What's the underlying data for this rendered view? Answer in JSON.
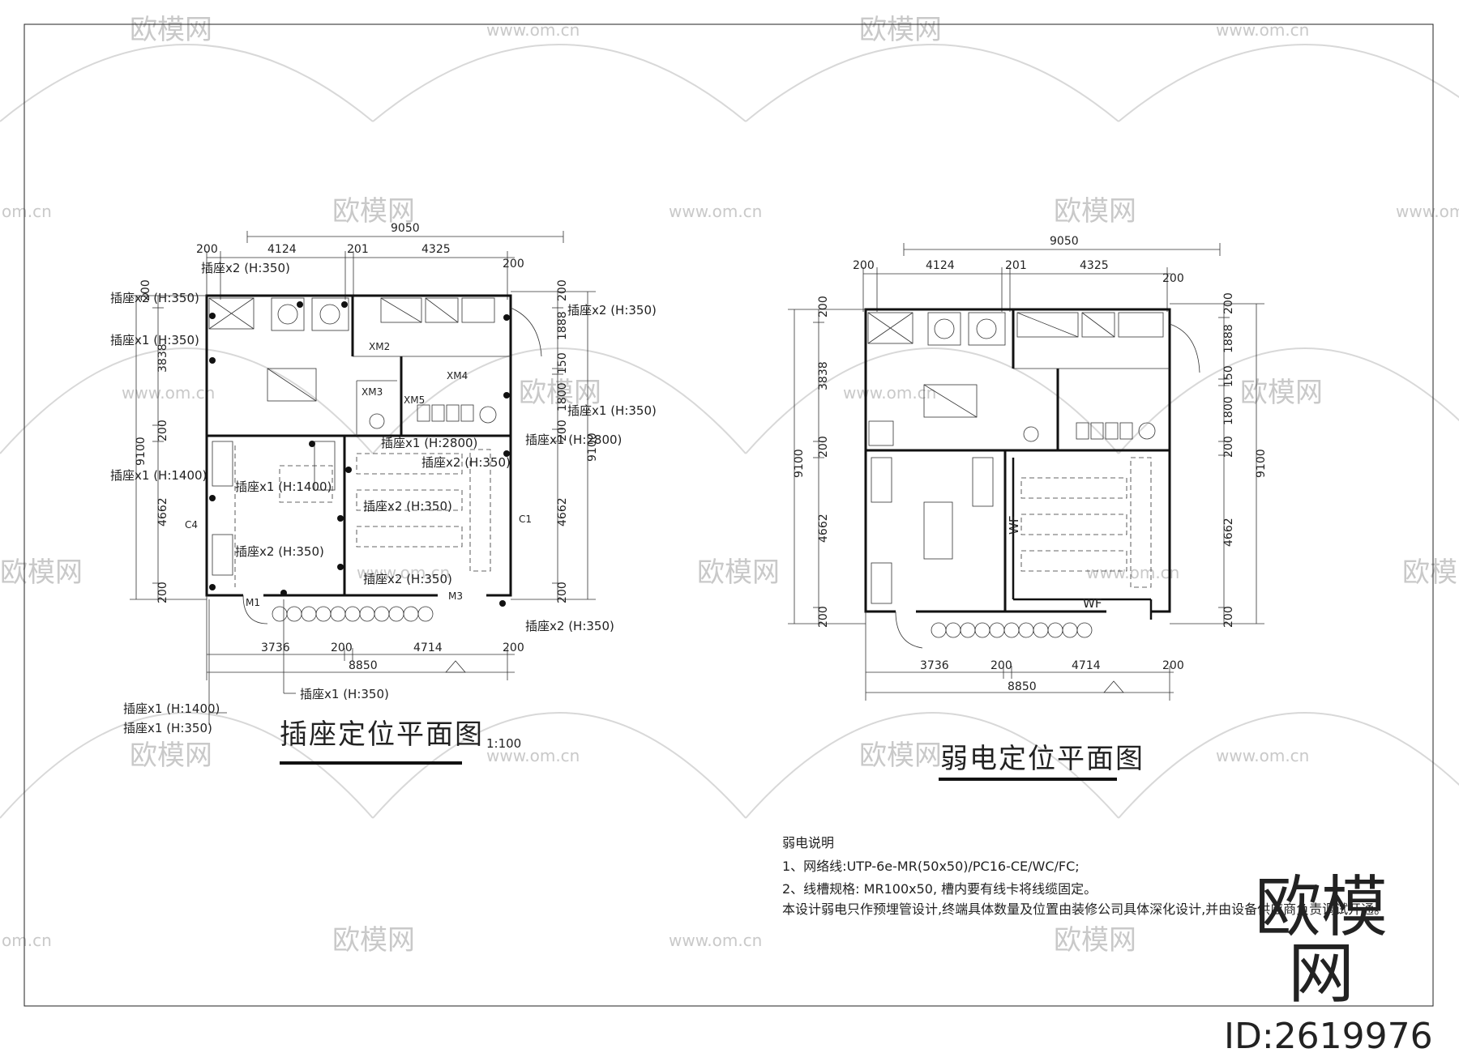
{
  "watermark": {
    "logo": "欧模网",
    "url": "www.om.cn",
    "url_short": "om.cn"
  },
  "plan_left": {
    "title": "插座定位平面图",
    "scale": "1:100",
    "dims_top": [
      "200",
      "4124",
      "201",
      "4325",
      "200"
    ],
    "dim_total_top": "9050",
    "dims_bottom": [
      "3736",
      "200",
      "4714",
      "200"
    ],
    "dim_total_bottom": "8850",
    "dims_left": [
      "200",
      "3838",
      "200",
      "4662",
      "200"
    ],
    "dims_right": [
      "200",
      "1888",
      "150",
      "1800",
      "200",
      "4662",
      "200"
    ],
    "dim_total_side": "9100",
    "door_labels": [
      "M1",
      "M3",
      "XM2",
      "XM3",
      "XM4",
      "XM5",
      "C1",
      "C4"
    ],
    "socket_labels": [
      "插座x2 (H:350)",
      "插座x2 (H:350)",
      "插座x1 (H:350)",
      "插座x1 (H:1400)",
      "插座x1 (H:1400)",
      "插座x2 (H:350)",
      "插座x2 (H:350)",
      "插座x2 (H:350)",
      "插座x2 (H:350)",
      "插座x1 (H:350)",
      "插座x2 (H:350)",
      "插座x1 (H:2800)",
      "插座x1 (H:2800)",
      "插座x2 (H:350)",
      "插座x1 (H:350)",
      "插座x1 (H:1400)",
      "插座x1 (H:350)"
    ]
  },
  "plan_right": {
    "title": "弱电定位平面图",
    "dims_top": [
      "200",
      "4124",
      "201",
      "4325",
      "200"
    ],
    "dim_total_top": "9050",
    "dims_bottom": [
      "3736",
      "200",
      "4714",
      "200"
    ],
    "dim_total_bottom": "8850",
    "dims_left": [
      "200",
      "3838",
      "200",
      "4662",
      "200"
    ],
    "dims_right": [
      "200",
      "1888",
      "150",
      "1800",
      "200",
      "4662",
      "200"
    ],
    "dim_total_side": "9100",
    "wf_label": "WF"
  },
  "notes": {
    "heading": "弱电说明",
    "line1": "1、网络线:UTP-6e-MR(50x50)/PC16-CE/WC/FC;",
    "line2": "2、线槽规格: MR100x50, 槽内要有线卡将线缆固定。",
    "line3": "本设计弱电只作预埋管设计,终端具体数量及位置由装修公司具体深化设计,并由设备供应商负责调试开通。"
  },
  "brand": {
    "name": "欧模网",
    "id": "ID:2619976"
  }
}
